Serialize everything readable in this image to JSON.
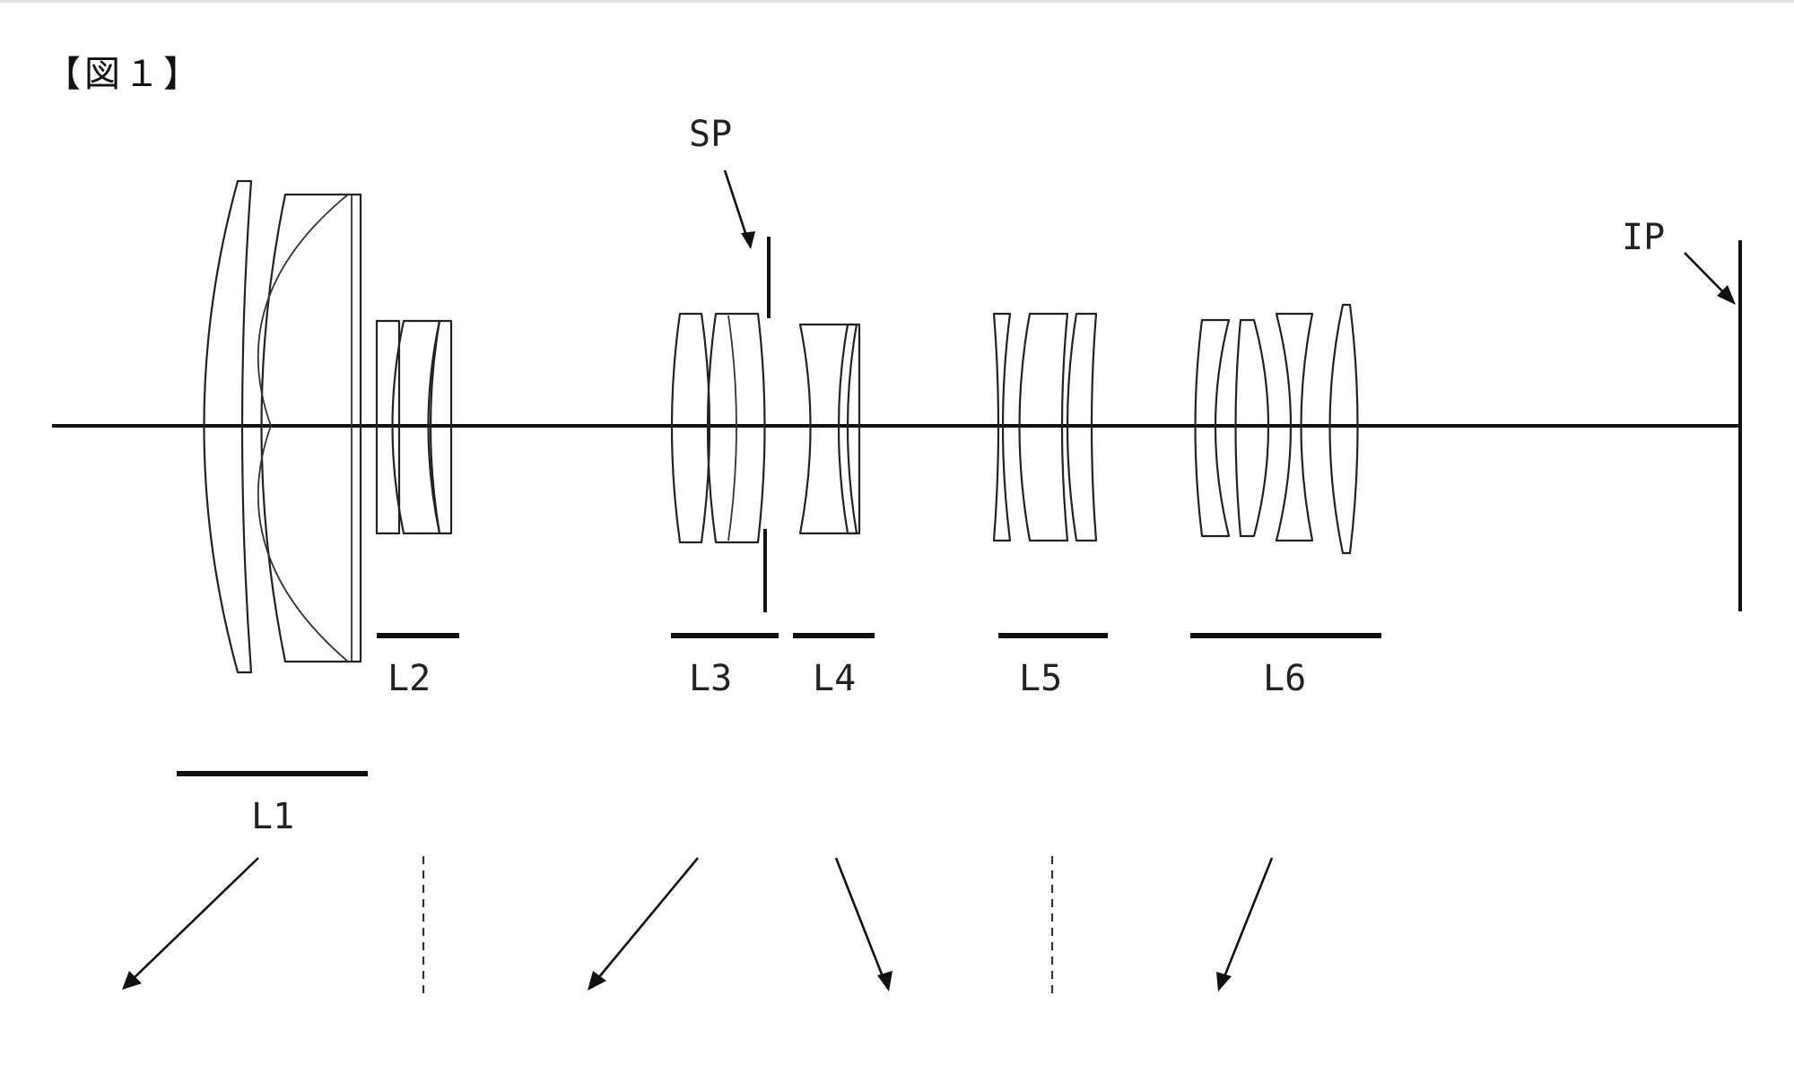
{
  "figure": {
    "label": "【図１】"
  },
  "labels": {
    "sp": "SP",
    "ip": "IP",
    "l1": "L1",
    "l2": "L2",
    "l3": "L3",
    "l4": "L4",
    "l5": "L5",
    "l6": "L6"
  }
}
